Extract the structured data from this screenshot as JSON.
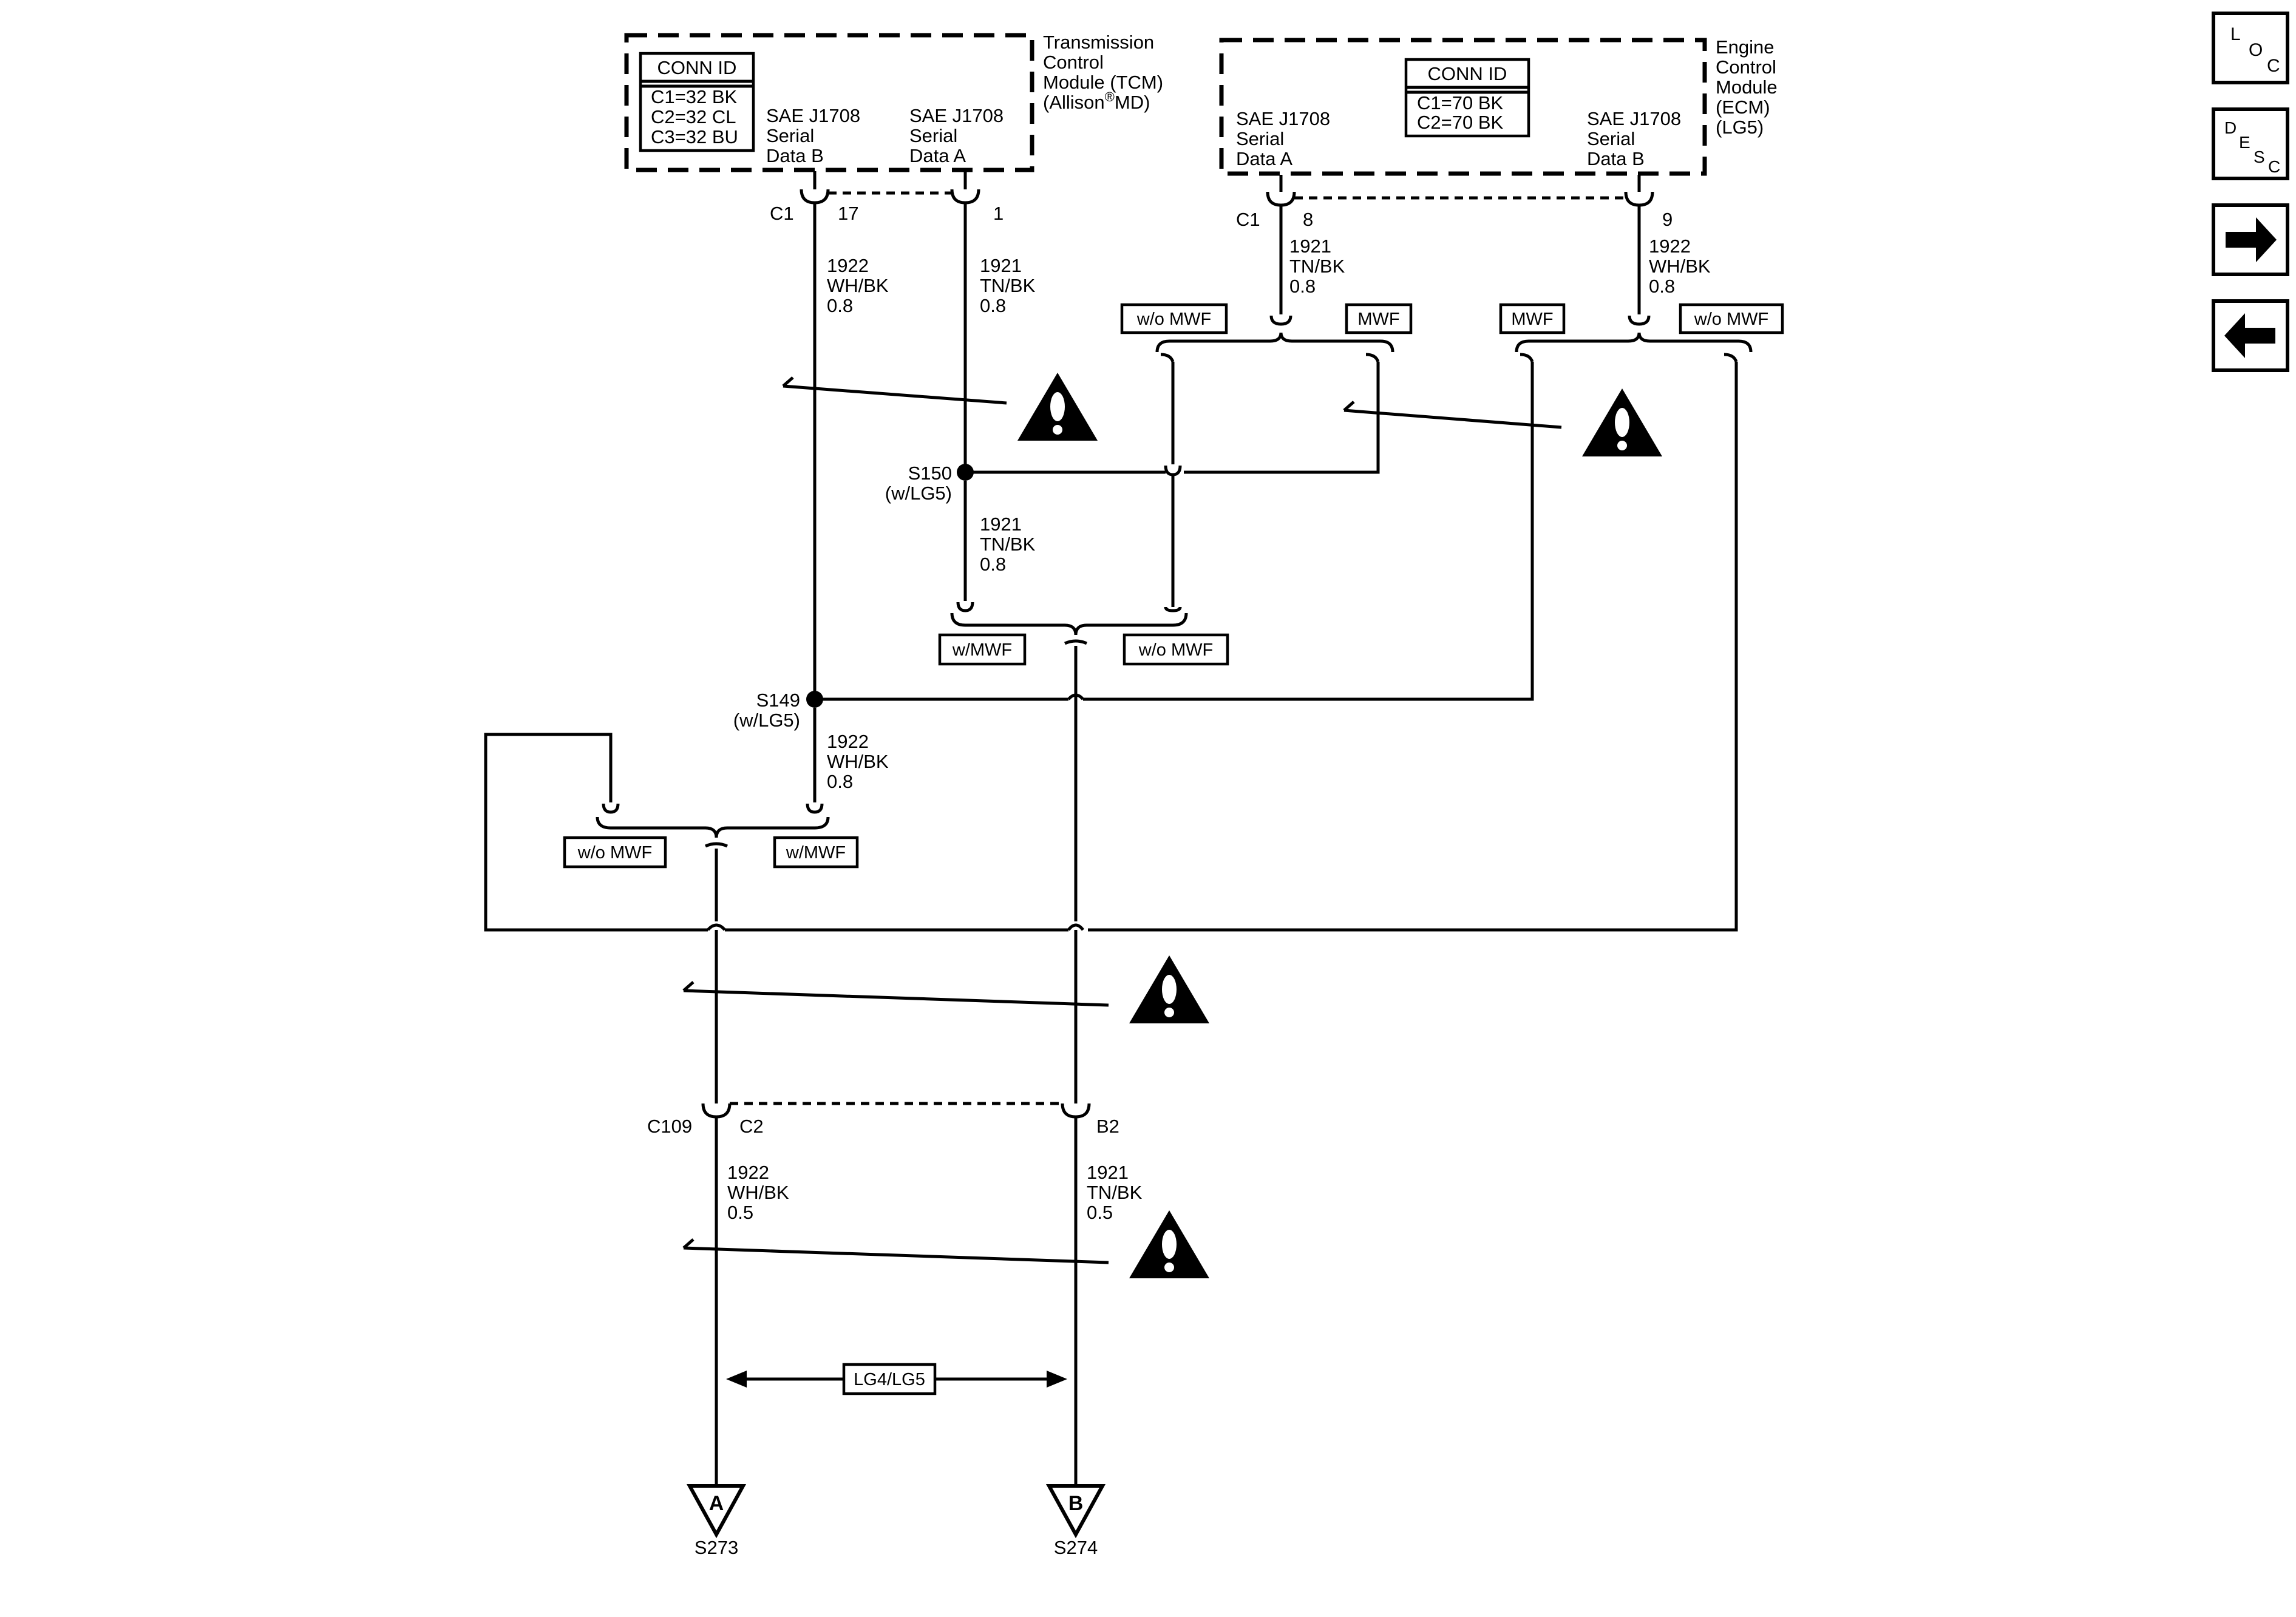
{
  "tcm": {
    "title_lines": [
      "Transmission",
      "Control",
      "Module (TCM)",
      "(Allison",
      "MD)"
    ],
    "reg_mark": "®",
    "conn_id_title": "CONN ID",
    "conn_ids": [
      "C1=32 BK",
      "C2=32 CL",
      "C3=32 BU"
    ],
    "pin_b_desc": [
      "SAE J1708",
      "Serial",
      "Data B"
    ],
    "pin_a_desc": [
      "SAE J1708",
      "Serial",
      "Data A"
    ],
    "connector": "C1",
    "pin_b": "17",
    "pin_a": "1"
  },
  "ecm": {
    "title_lines": [
      "Engine",
      "Control",
      "Module",
      "(ECM)",
      "(LG5)"
    ],
    "conn_id_title": "CONN ID",
    "conn_ids": [
      "C1=70 BK",
      "C2=70 BK"
    ],
    "pin_a_desc": [
      "SAE J1708",
      "Serial",
      "Data A"
    ],
    "pin_b_desc": [
      "SAE J1708",
      "Serial",
      "Data B"
    ],
    "connector": "C1",
    "pin_a": "8",
    "pin_b": "9"
  },
  "wires": {
    "tcm_b": [
      "1922",
      "WH/BK",
      "0.8"
    ],
    "tcm_a": [
      "1921",
      "TN/BK",
      "0.8"
    ],
    "ecm_a": [
      "1921",
      "TN/BK",
      "0.8"
    ],
    "ecm_b": [
      "1922",
      "WH/BK",
      "0.8"
    ],
    "s150_down": [
      "1921",
      "TN/BK",
      "0.8"
    ],
    "s149_down": [
      "1922",
      "WH/BK",
      "0.8"
    ],
    "c109_a": [
      "1922",
      "WH/BK",
      "0.5"
    ],
    "c109_b": [
      "1921",
      "TN/BK",
      "0.5"
    ]
  },
  "options": {
    "wo_mwf": "w/o MWF",
    "mwf": "MWF",
    "w_mwf": "w/MWF"
  },
  "splices": {
    "s150": [
      "S150",
      "(w/LG5)"
    ],
    "s149": [
      "S149",
      "(w/LG5)"
    ]
  },
  "c109": {
    "connector": "C109",
    "pin_a": "C2",
    "pin_b": "B2"
  },
  "span_label": "LG4/LG5",
  "terminals": {
    "a_letter": "A",
    "a_ref": "S273",
    "b_letter": "B",
    "b_ref": "S274"
  },
  "nav": {
    "loc": [
      "L",
      "O",
      "C"
    ],
    "desc": [
      "D",
      "E",
      "S",
      "C"
    ],
    "next_icon": "right-arrow-icon",
    "prev_icon": "left-arrow-icon"
  }
}
